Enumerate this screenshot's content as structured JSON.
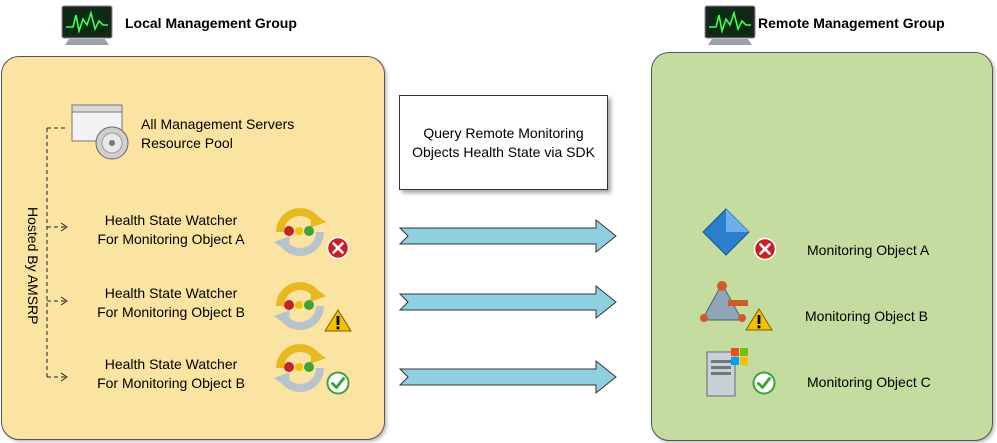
{
  "local_group": {
    "title": "Local Management Group",
    "resource_pool_label": "All Management Servers\nResource Pool",
    "hosted_by": "Hosted By AMSRP",
    "watchers": [
      {
        "line1": "Health State Watcher",
        "line2": "For Monitoring Object A",
        "status": "error"
      },
      {
        "line1": "Health State Watcher",
        "line2": "For Monitoring Object B",
        "status": "warning"
      },
      {
        "line1": "Health State Watcher",
        "line2": "For Monitoring Object B",
        "status": "ok"
      }
    ]
  },
  "sdk_box": {
    "text": "Query Remote Monitoring\nObjects Health State via SDK"
  },
  "remote_group": {
    "title": "Remote Management Group",
    "objects": [
      {
        "label": "Monitoring Object A",
        "icon": "diamond-icon",
        "status": "error"
      },
      {
        "label": "Monitoring Object B",
        "icon": "cluster-icon",
        "status": "warning"
      },
      {
        "label": "Monitoring Object C",
        "icon": "server-windows-icon",
        "status": "ok"
      }
    ]
  },
  "colors": {
    "local_panel": "#fbe3a1",
    "remote_panel": "#c4dca0",
    "arrow_fill": "#8fd0e0",
    "error": "#c8202a",
    "warning": "#f2c200",
    "ok": "#3ea43a"
  }
}
